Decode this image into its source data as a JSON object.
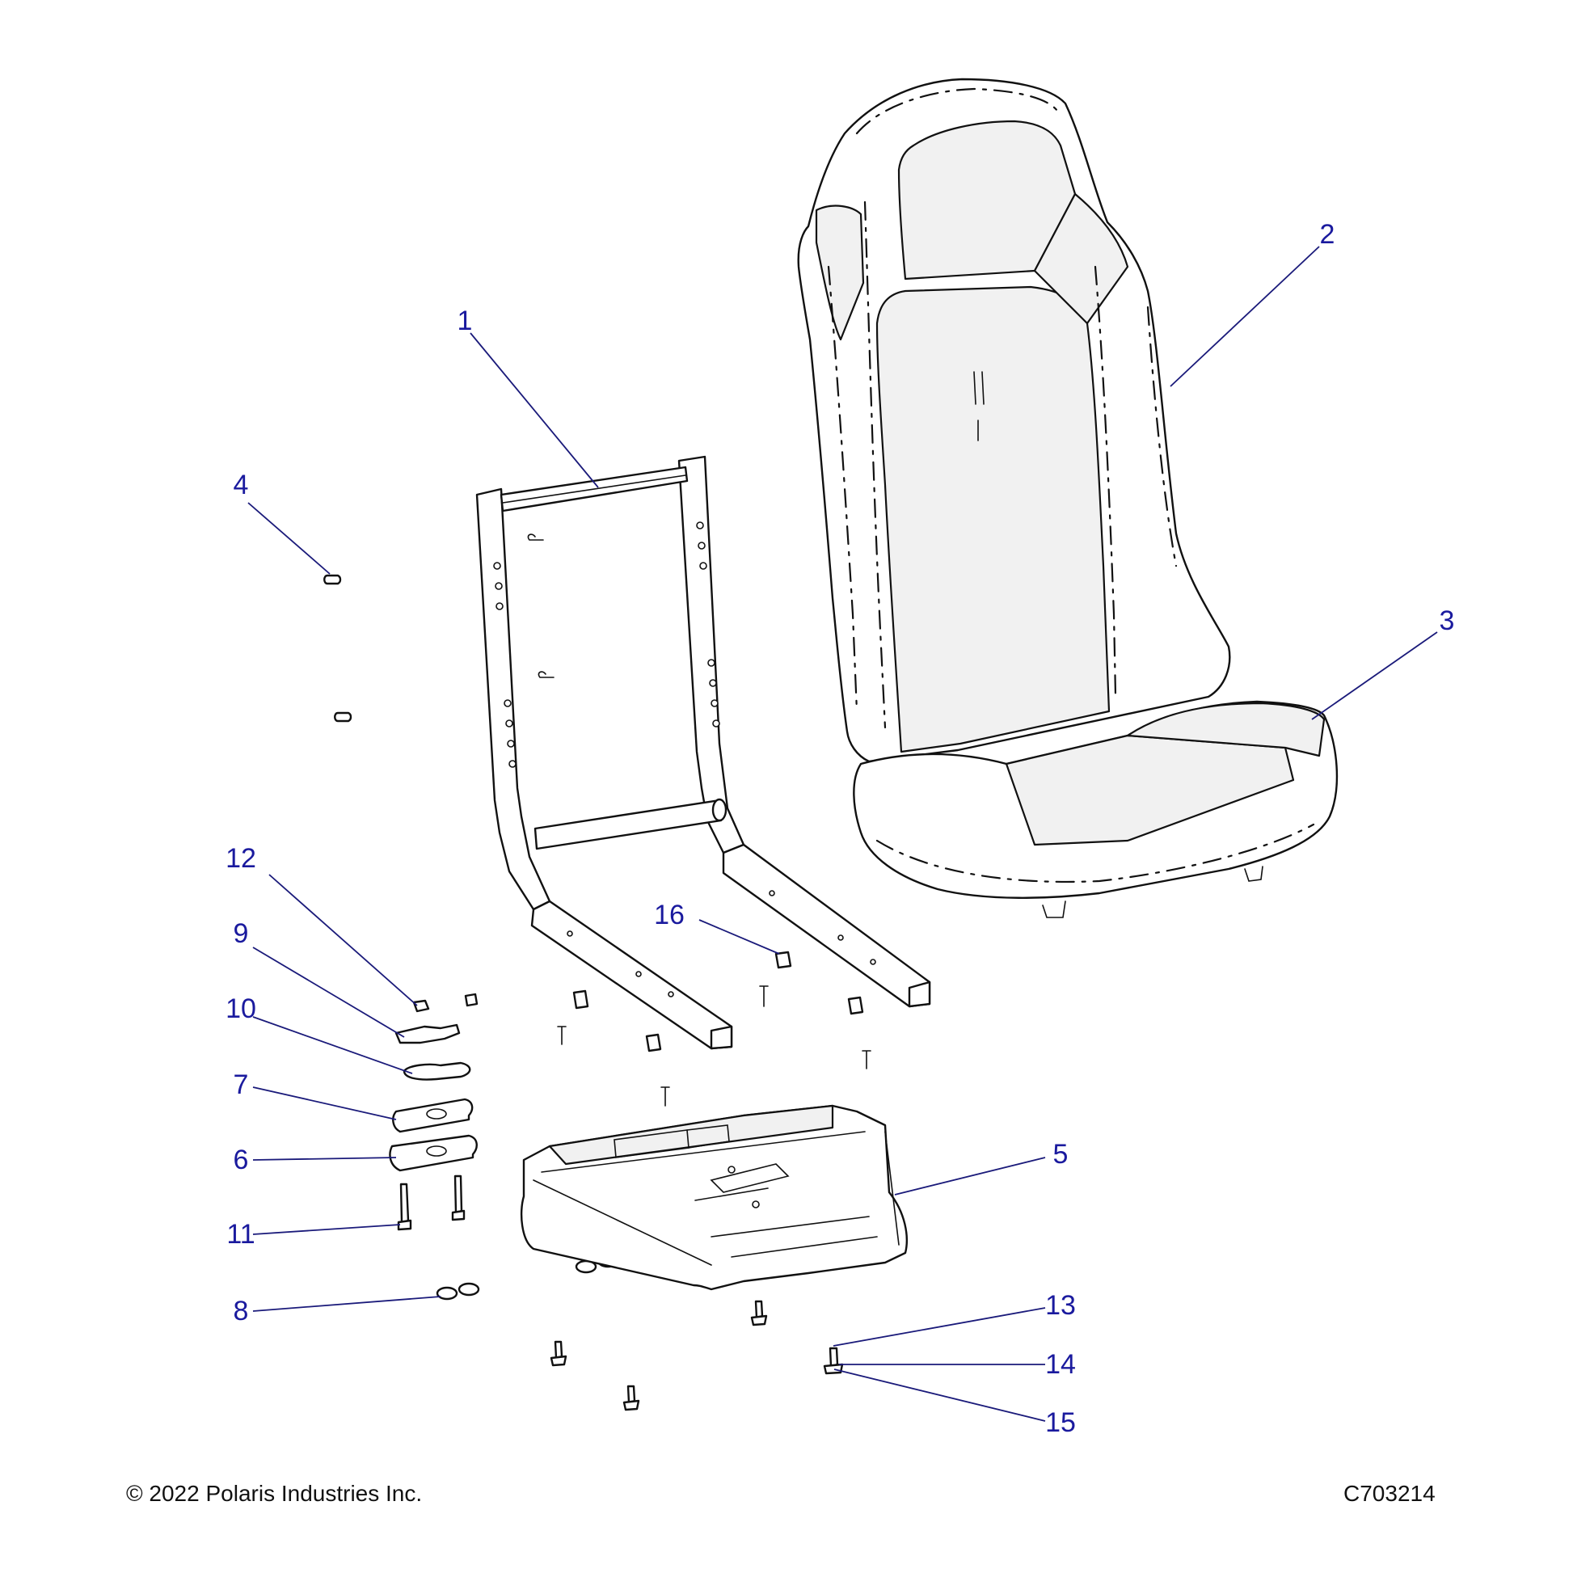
{
  "diagram": {
    "callouts": [
      {
        "id": "1",
        "label": "1"
      },
      {
        "id": "2",
        "label": "2"
      },
      {
        "id": "3",
        "label": "3"
      },
      {
        "id": "4",
        "label": "4"
      },
      {
        "id": "5",
        "label": "5"
      },
      {
        "id": "6",
        "label": "6"
      },
      {
        "id": "7",
        "label": "7"
      },
      {
        "id": "8",
        "label": "8"
      },
      {
        "id": "9",
        "label": "9"
      },
      {
        "id": "10",
        "label": "10"
      },
      {
        "id": "11",
        "label": "11"
      },
      {
        "id": "12",
        "label": "12"
      },
      {
        "id": "13",
        "label": "13"
      },
      {
        "id": "14",
        "label": "14"
      },
      {
        "id": "15",
        "label": "15"
      },
      {
        "id": "16",
        "label": "16"
      }
    ],
    "label_color": "#1a1a9e",
    "line_color": "#111111"
  },
  "footer": {
    "copyright": "© 2022 Polaris Industries Inc.",
    "drawing_number": "C703214"
  }
}
